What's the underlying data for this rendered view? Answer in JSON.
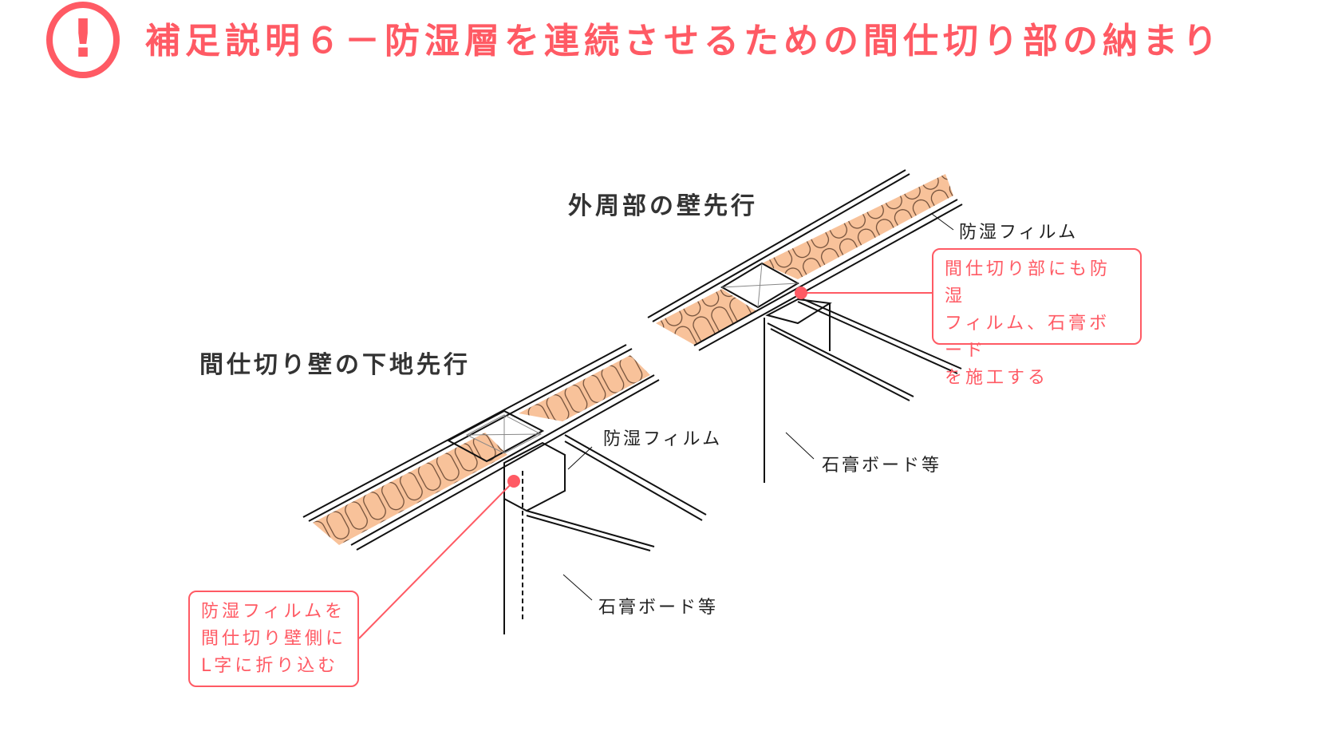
{
  "title": "補足説明６－防湿層を連続させるための間仕切り部の納まり",
  "colors": {
    "accent": "#ff5a64",
    "insulation": "#f8c29a",
    "line": "#111111"
  },
  "left_diagram": {
    "heading": "間仕切り壁の下地先行",
    "film_label": "防湿フィルム",
    "board_label": "石膏ボード等",
    "callout": [
      "防湿フィルムを",
      "間仕切り壁側に",
      "L字に折り込む"
    ]
  },
  "right_diagram": {
    "heading": "外周部の壁先行",
    "film_label": "防湿フィルム",
    "board_label": "石膏ボード等",
    "callout": [
      "間仕切り部にも防湿",
      "フィルム、石膏ボード",
      "を施工する"
    ]
  }
}
